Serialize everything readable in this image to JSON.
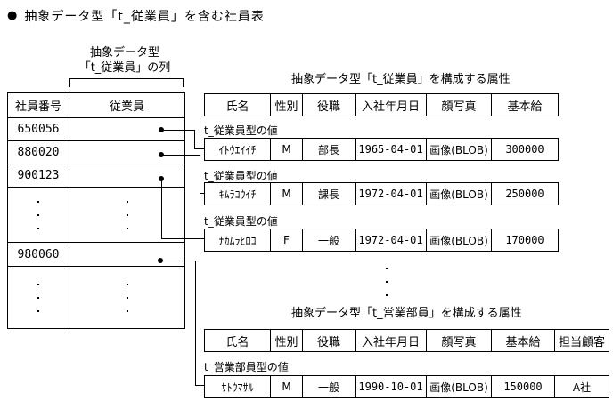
{
  "page_title": {
    "bullet": "●",
    "text": "抽象データ型「t_従業員」を含む社員表"
  },
  "column_annotation": {
    "line1": "抽象データ型",
    "line2": "「t_従業員」の列"
  },
  "employee_table": {
    "col_headers": [
      "社員番号",
      "従業員"
    ],
    "employee_numbers": [
      "650056",
      "880020",
      "900123",
      "980060"
    ]
  },
  "t_jugyoin": {
    "caption": "抽象データ型「t_従業員」を構成する属性",
    "col_headers": [
      "氏名",
      "性別",
      "役職",
      "入社年月日",
      "顔写真",
      "基本給"
    ],
    "value_label": "t_従業員型の値",
    "rows": [
      [
        "ｲﾄｳｴｲｲﾁ",
        "M",
        "部長",
        "1965-04-01",
        "画像(BLOB)",
        "300000"
      ],
      [
        "ｷﾑﾗｺｳｲﾁ",
        "M",
        "課長",
        "1972-04-01",
        "画像(BLOB)",
        "250000"
      ],
      [
        "ﾅｶﾑﾗﾋﾛｺ",
        "F",
        "一般",
        "1972-04-01",
        "画像(BLOB)",
        "170000"
      ]
    ]
  },
  "t_eigyobuin": {
    "caption": "抽象データ型「t_営業部員」を構成する属性",
    "col_headers": [
      "氏名",
      "性別",
      "役職",
      "入社年月日",
      "顔写真",
      "基本給",
      "担当顧客"
    ],
    "value_label": "t_営業部員型の値",
    "rows": [
      [
        "ｻﾄｳﾏｻﾙ",
        "M",
        "一般",
        "1990-10-01",
        "画像(BLOB)",
        "150000",
        "A社"
      ]
    ]
  },
  "colors": {
    "ink": "#000000",
    "background": "#ffffff"
  }
}
